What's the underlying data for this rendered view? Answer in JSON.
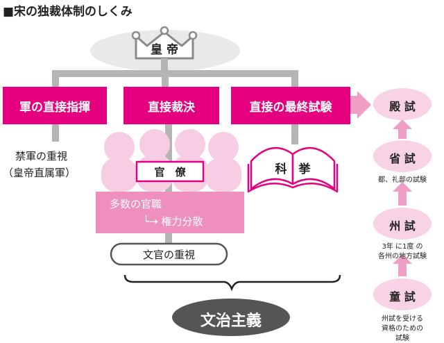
{
  "title": "■宋の独裁体制のしくみ",
  "emperor": {
    "label": "皇 帝"
  },
  "powers": [
    {
      "label": "軍の直接指揮"
    },
    {
      "label": "直接裁決"
    },
    {
      "label": "直接の最終試験"
    }
  ],
  "military": {
    "line1": "禁軍の重視",
    "line2": "（皇帝直属軍）"
  },
  "bureaucracy": {
    "officials_label": "官　僚",
    "many_posts": "多数の官職",
    "dispersion": "└→ 権力分散",
    "civil_emphasis": "文官の重視"
  },
  "exam_book": {
    "label": "科　挙"
  },
  "result": {
    "label": "文治主義"
  },
  "exams": [
    {
      "name": "殿 試",
      "note": ""
    },
    {
      "name": "省 試",
      "note": "都、礼部の試験"
    },
    {
      "name": "州 試",
      "note_lines": [
        "3年 に1度 の",
        "各州の地方試験"
      ]
    },
    {
      "name": "童 試",
      "note_lines": [
        "州試を受ける",
        "資格のための",
        "試験"
      ]
    }
  ],
  "colors": {
    "magenta": "#e5007f",
    "pink_block": "#ee8fbd",
    "pink_light": "#f6cde2",
    "pink_circle": "#f8d3e5",
    "arrow_pink": "#ef9ec5",
    "grey_line": "#b5b5b5",
    "dark_grey": "#555555"
  }
}
